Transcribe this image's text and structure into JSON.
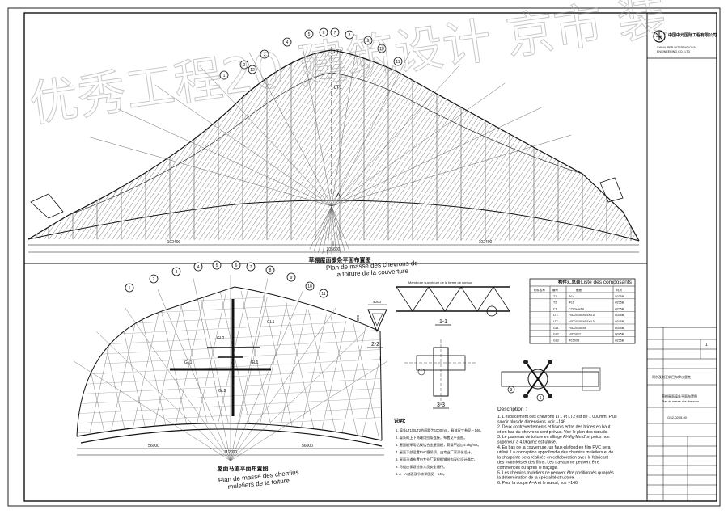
{
  "company": {
    "name_cn": "中国中元国际工程有限公司",
    "name_en_1": "CHINA IPPR INTERNATIONAL",
    "name_en_2": "ENGINEERING CO., LTD"
  },
  "plan_top": {
    "title_cn": "草棚屋面檩条平面布置图",
    "title_fr_1": "Plan de masse des chevrons de",
    "title_fr_2": "la toiture de la couverture",
    "dim_total": "205600",
    "dim_left": "102400",
    "dim_right": "102400",
    "section_mark": "A",
    "purlin_labels": [
      "LT2",
      "LT1"
    ]
  },
  "plan_bottom": {
    "title_cn": "屋面马道平面布置图",
    "title_fr_1": "Plan de masse des chemins",
    "title_fr_2": "muletiers de la toiture",
    "dim_total": "112000",
    "dim_left": "56000",
    "dim_right": "56000",
    "member_labels": [
      "GL1",
      "GL2",
      "GL1",
      "GL2",
      "GL1"
    ]
  },
  "axis_bubbles": [
    "1",
    "2",
    "3",
    "4",
    "5",
    "6",
    "7",
    "8",
    "9",
    "10",
    "11",
    "12"
  ],
  "details": {
    "s11_label": "1-1",
    "s22_label": "2-2",
    "s33_label": "3-3",
    "det1_label": "1",
    "det3_label": "3",
    "dim_4000": "4000",
    "dim_1800": "1800",
    "s11_header": "Membrure supérieure de la ferme de contour"
  },
  "components_table": {
    "title_cn": "构件汇总表",
    "title_fr": "Liste des composants",
    "headers": [
      "构件名称",
      "编号",
      "截面",
      "材质"
    ],
    "rows": [
      [
        "T1",
        "Φ14",
        "Q235B"
      ],
      [
        "T2",
        "Φ16",
        "Q235B"
      ],
      [
        "C1",
        "C220×4×14",
        "Q235B"
      ],
      [
        "LT1",
        "H300X150X6.5X4.5",
        "Q345B"
      ],
      [
        "LT2",
        "H300X150X6.5X4.5",
        "Q345B"
      ],
      [
        "GL1",
        "H300X150X8",
        "Q345B"
      ],
      [
        "GL2",
        "H300X12",
        "Q345B"
      ],
      [
        "GL3",
        "Φ150X3",
        "Q235B"
      ]
    ]
  },
  "notes_cn": {
    "title": "说明：",
    "lines": [
      "1. 檩条LT1和LT2的间距为1000mm，具体尺寸参见－146。",
      "2. 檩条的上下两端用拉条连接，布置见平面图。",
      "3. 屋面板采用铝镁锰合金屋面板，荷载不超过4.0kg/m2。",
      "4. 屋面下部设置PVC膜吊顶，由专业厂家深化设计。",
      "5. 屋面马道布置由专业厂家根据钢结构深化设计确定。",
      "6. 马道应保证检修人员安全通行。",
      "6. A－A剖面及节点详图见－146。"
    ]
  },
  "notes_fr": {
    "title": "Description :",
    "lines": [
      "1. L'espacement des chevrons LT1 et LT2 est de 1 000mm. Plus savoir plus de dimensions, voir –146.",
      "2. Deux contreventements et tirants entre des brides en haut et en bas du chevrons sont prévus. Voir le plan des nœuds.",
      "3. Le panneau de toiture en alliage Al-Mg-Mn d'un poids non supérieur à 4.0kg/m2 est utilisé.",
      "4. En bas de la couverture, un faux-plafond en film PVC sera utilisé. La conception approfondie des chemins muletiers et de la charpente sera réalisée en collaboration avec le fabricant des matériels et des films. Les travaux ne peuvent être commencés qu'après le traçage.",
      "5. Les chemins muletiers ne peuvent être positionnés qu'après la détermination de la spécialité structure.",
      "6. Pour la coupe A–A et le nœud, voir –146."
    ]
  },
  "title_block": {
    "project_cn": "阿尔及利亚新巴布伊沙里克",
    "drawing_cn": "草棚屋面檩条平面布置图",
    "drawing_fr": "Plan de masse des chevrons",
    "drawing_no": "GS2-0205-00",
    "sheet": "1"
  },
  "watermark": "优秀工程20 建筑设计 京市 装"
}
